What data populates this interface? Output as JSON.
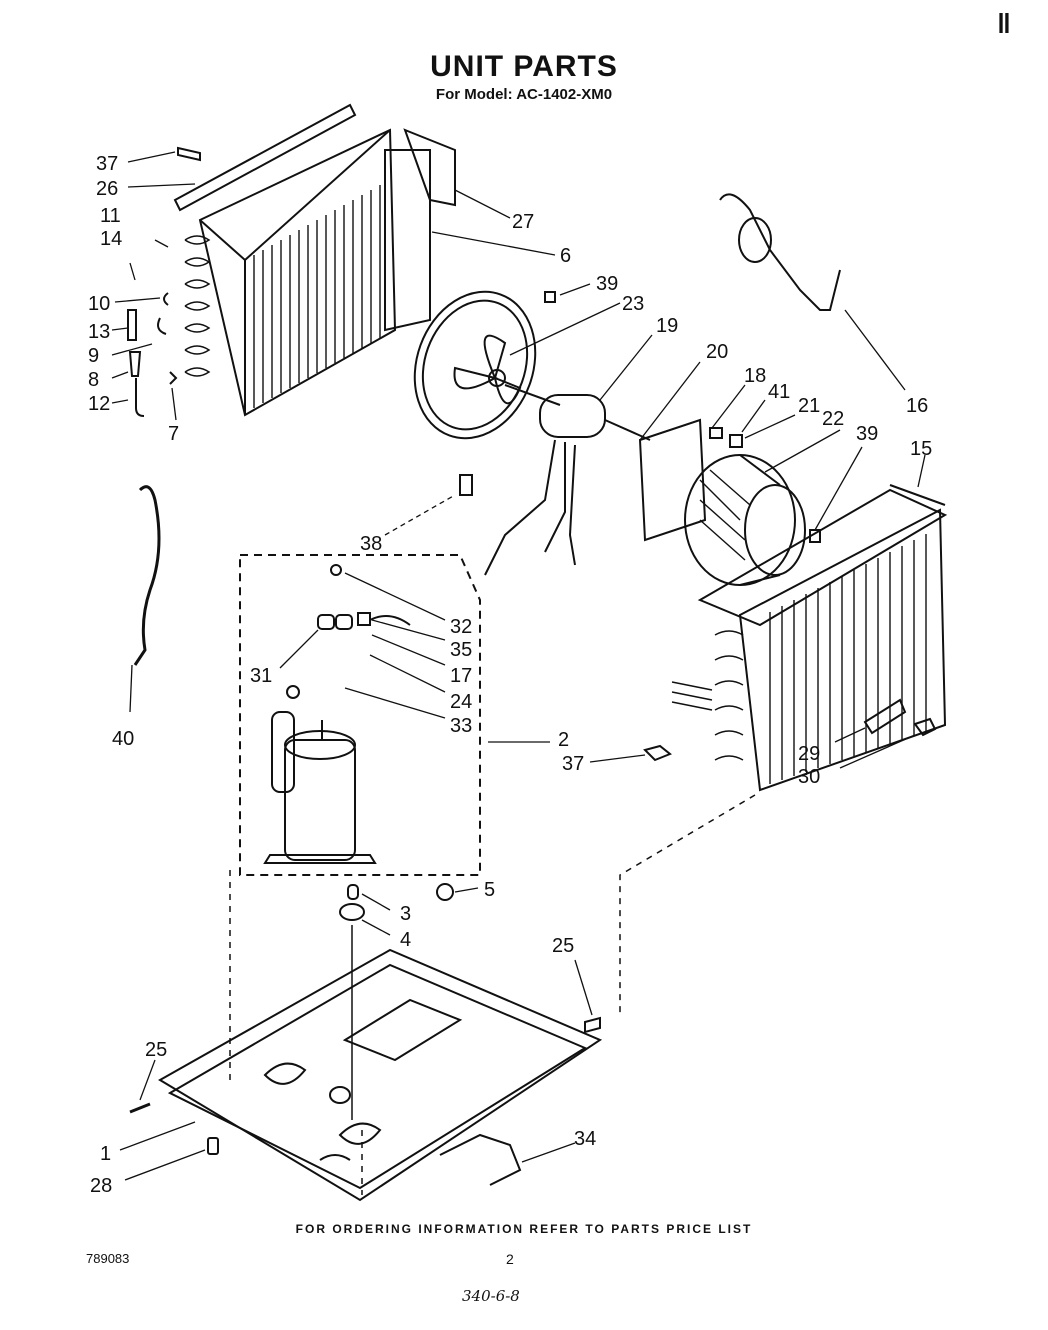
{
  "header": {
    "title": "UNIT PARTS",
    "subtitle": "For Model: AC-1402-XM0",
    "corner_mark": "‖"
  },
  "callouts": [
    "37",
    "26",
    "11",
    "14",
    "10",
    "13",
    "9",
    "8",
    "12",
    "7",
    "27",
    "6",
    "39",
    "23",
    "19",
    "20",
    "18",
    "41",
    "21",
    "22",
    "39",
    "15",
    "16",
    "40",
    "38",
    "32",
    "35",
    "17",
    "31",
    "24",
    "33",
    "2",
    "37",
    "29",
    "30",
    "5",
    "3",
    "4",
    "25",
    "25",
    "1",
    "28",
    "34"
  ],
  "footer": {
    "ordering_note": "FOR ORDERING INFORMATION REFER TO PARTS PRICE LIST",
    "doc_number": "789083",
    "page_number": "2",
    "handwritten_note": "340-6-8"
  }
}
